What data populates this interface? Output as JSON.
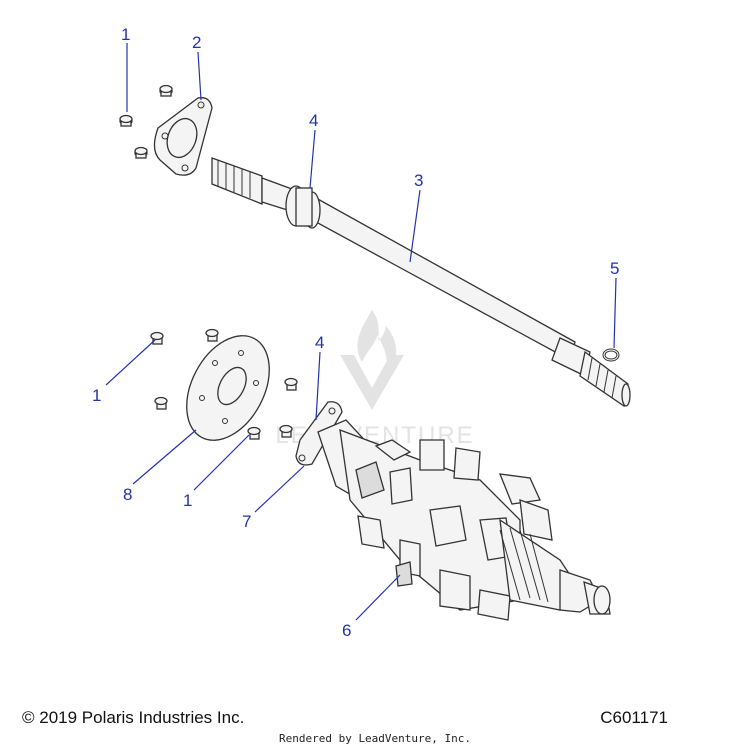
{
  "diagram": {
    "callouts": [
      "1",
      "2",
      "4",
      "3",
      "5",
      "4",
      "1",
      "8",
      "1",
      "7",
      "6"
    ],
    "watermark": "LEADVENTURE"
  },
  "footer": {
    "copyright": "© 2019 Polaris Industries Inc.",
    "diagram_id": "C601171",
    "rendered_by": "Rendered by LeadVenture, Inc."
  }
}
